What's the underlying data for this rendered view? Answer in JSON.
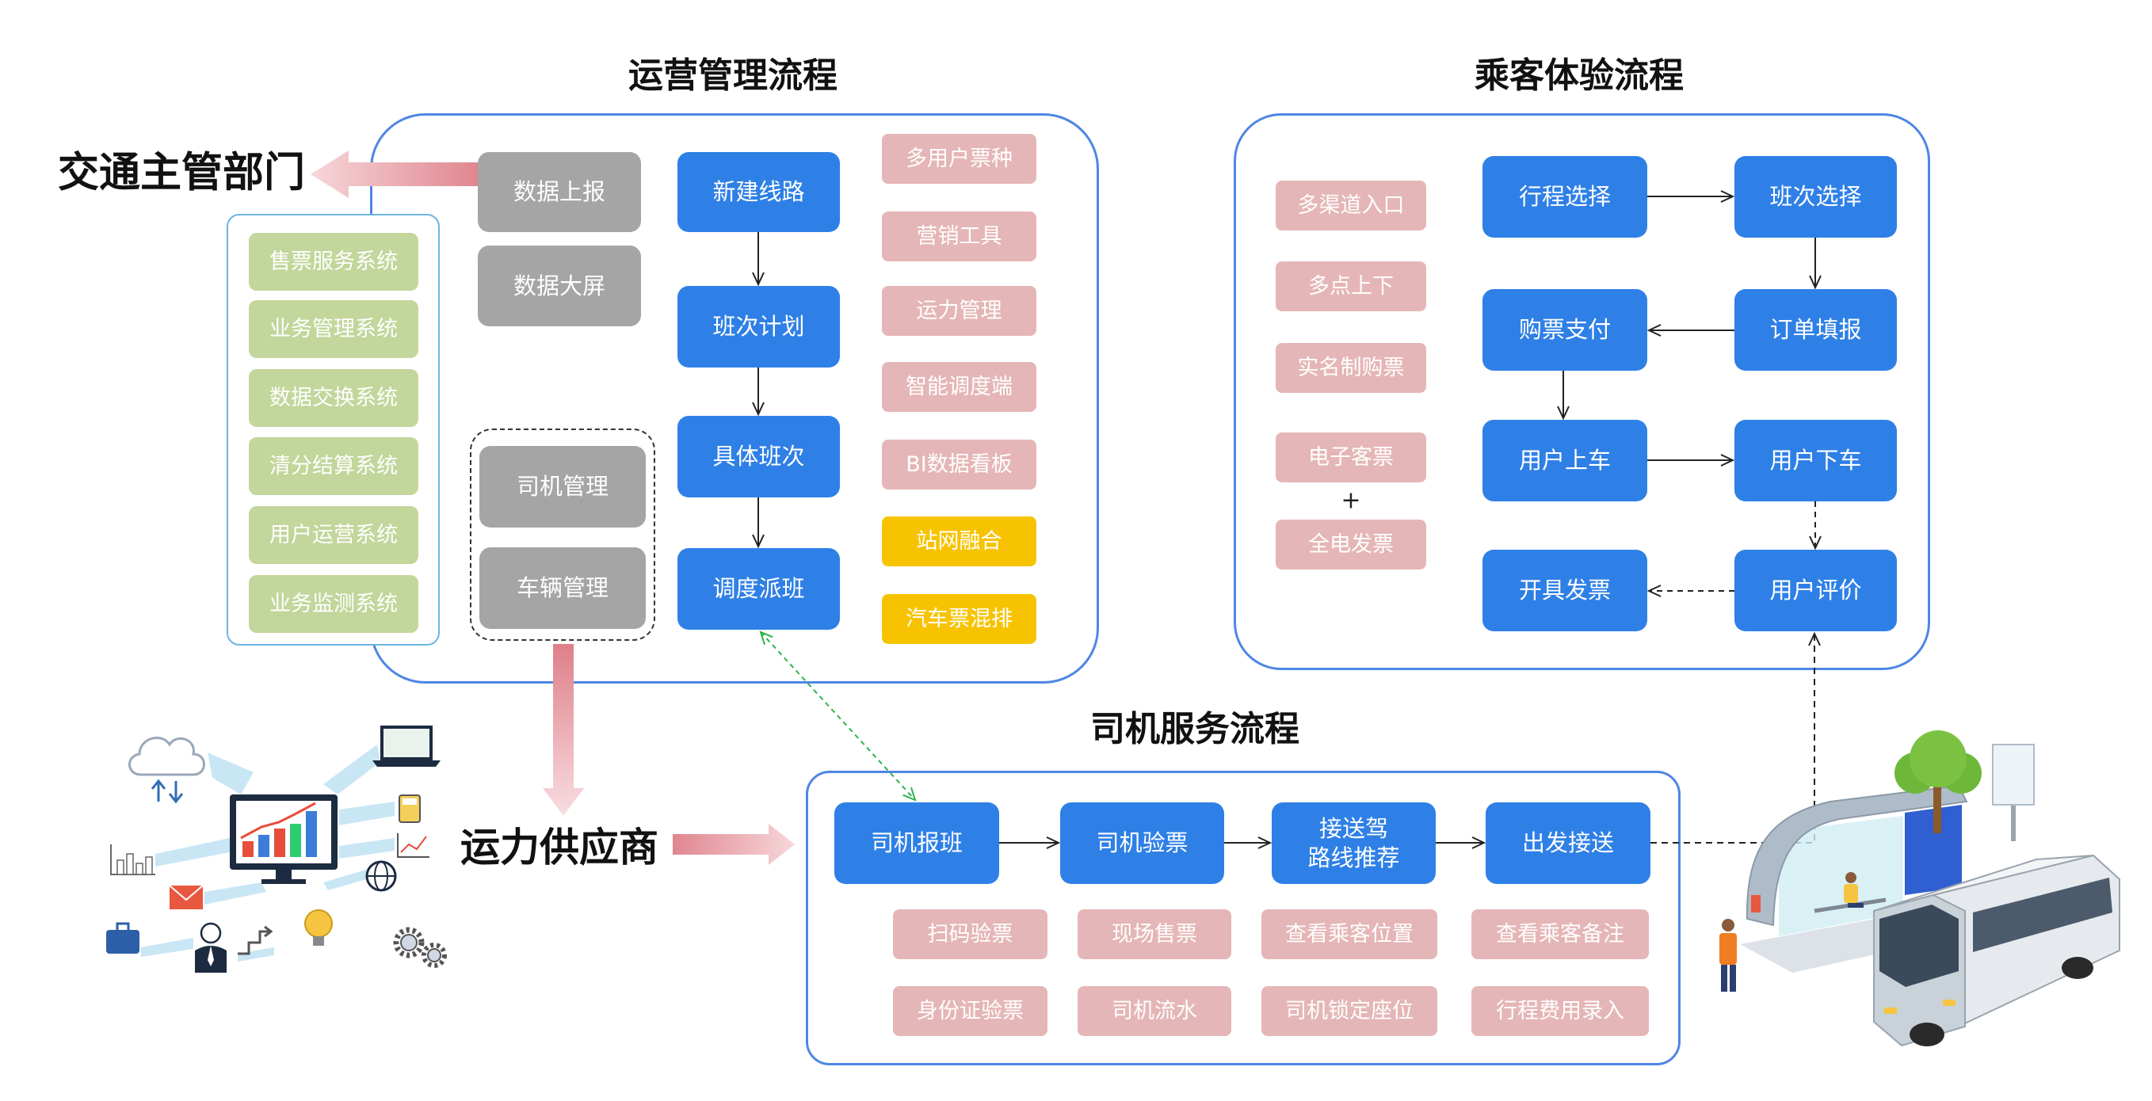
{
  "titles": {
    "operations": "运营管理流程",
    "passenger": "乘客体验流程",
    "driver": "司机服务流程"
  },
  "labels": {
    "authority": "交通主管部门",
    "supplier": "运力供应商"
  },
  "operations": {
    "systems": [
      "售票服务系统",
      "业务管理系统",
      "数据交换系统",
      "清分结算系统",
      "用户运营系统",
      "业务监测系统"
    ],
    "data_report": "数据上报",
    "data_screen": "数据大屏",
    "driver_management": "司机管理",
    "vehicle_management": "车辆管理",
    "flow": [
      "新建线路",
      "班次计划",
      "具体班次",
      "调度派班"
    ],
    "features": [
      {
        "label": "多用户票种",
        "tone": "pink"
      },
      {
        "label": "营销工具",
        "tone": "pink"
      },
      {
        "label": "运力管理",
        "tone": "pink"
      },
      {
        "label": "智能调度端",
        "tone": "pink"
      },
      {
        "label": "BI数据看板",
        "tone": "pink"
      },
      {
        "label": "站网融合",
        "tone": "yellow"
      },
      {
        "label": "汽车票混排",
        "tone": "yellow"
      }
    ]
  },
  "passenger": {
    "features": [
      "多渠道入口",
      "多点上下",
      "实名制购票",
      "电子客票",
      "全电发票"
    ],
    "plus": "+",
    "flow": {
      "trip_select": "行程选择",
      "schedule_select": "班次选择",
      "pay": "购票支付",
      "order_fill": "订单填报",
      "board": "用户上车",
      "alight": "用户下车",
      "invoice": "开具发票",
      "review": "用户评价"
    }
  },
  "driver": {
    "flow": {
      "check_in": "司机报班",
      "verify": "司机验票",
      "route_line1": "接送驾",
      "route_line2": "路线推荐",
      "depart": "出发接送"
    },
    "features": [
      [
        "扫码验票",
        "现场售票",
        "查看乘客位置",
        "查看乘客备注"
      ],
      [
        "身份证验票",
        "司机流水",
        "司机锁定座位",
        "行程费用录入"
      ]
    ]
  },
  "colors": {
    "blue": "#2f80e6",
    "gray": "#a5a5a5",
    "pink": "#e5b6b7",
    "green": "#c3d69b",
    "yellow": "#f7c300",
    "frame": "#4e86e4",
    "inner_frame": "#6bb5e3",
    "connector_green": "#2db24a"
  }
}
